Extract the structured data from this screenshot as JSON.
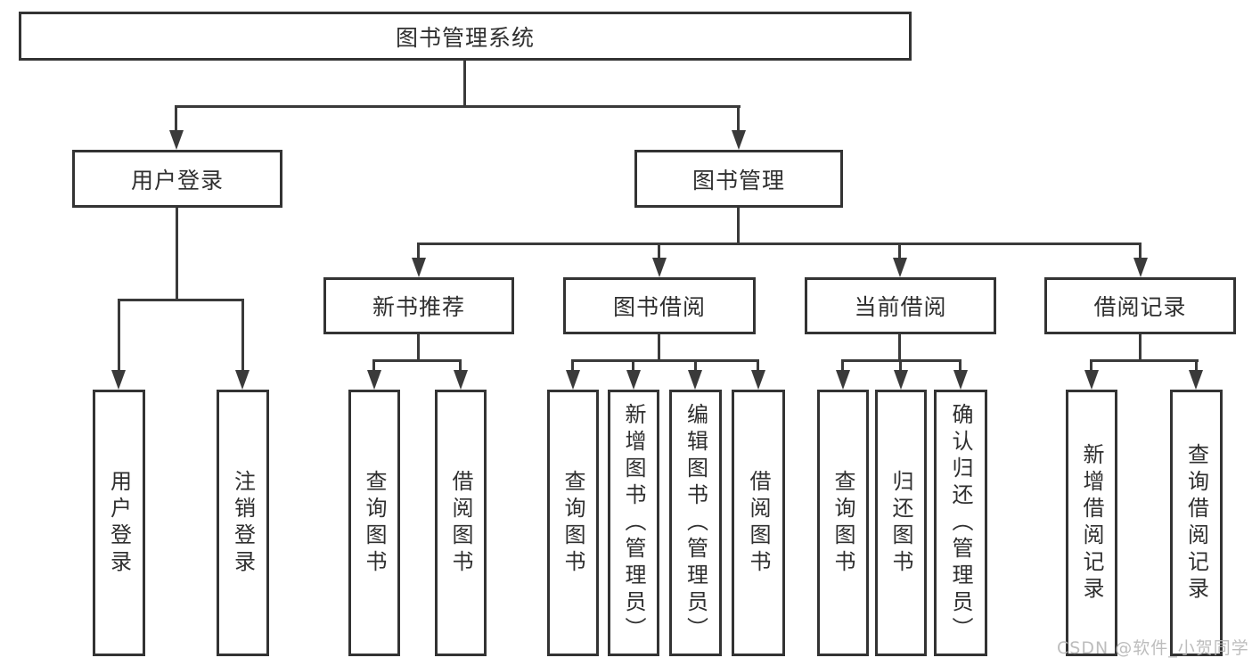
{
  "tree": {
    "root_label": "图书管理系统",
    "user_branch": {
      "label": "用户登录",
      "children": [
        "用户登录",
        "注销登录"
      ]
    },
    "book_branch": {
      "label": "图书管理"
    },
    "groups": [
      {
        "label": "新书推荐",
        "children": [
          "查询图书",
          "借阅图书"
        ]
      },
      {
        "label": "图书借阅",
        "children": [
          "查询图书",
          "新增图书（管理员）",
          "编辑图书（管理员）",
          "借阅图书"
        ]
      },
      {
        "label": "当前借阅",
        "children": [
          "查询图书",
          "归还图书",
          "确认归还（管理员）"
        ]
      },
      {
        "label": "借阅记录",
        "children": [
          "新增借阅记录",
          "查询借阅记录"
        ]
      }
    ]
  },
  "watermark": {
    "text": "CSDN @软件_小贺同学"
  },
  "colors": {
    "line": "#3a3a3a",
    "box_border": "#333333",
    "text": "#2f2f2f",
    "watermark": "#b6b6b6",
    "background": "#ffffff"
  }
}
